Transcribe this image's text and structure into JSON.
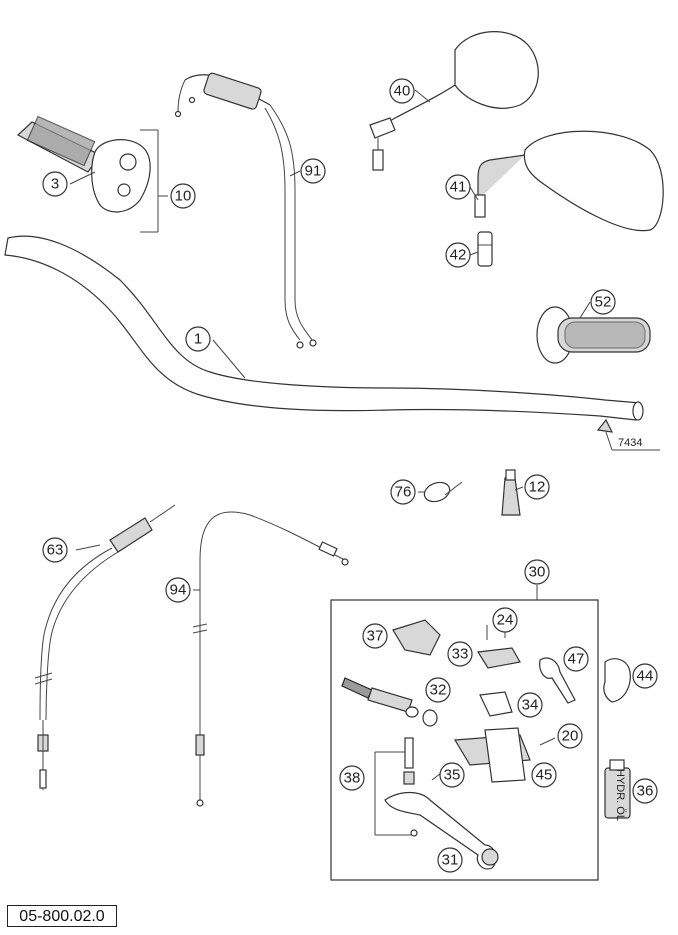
{
  "drawing_code": "05-800.02.0",
  "part_number_label": "7434",
  "callouts": [
    {
      "id": "c1",
      "label": "1"
    },
    {
      "id": "c3",
      "label": "3"
    },
    {
      "id": "c10",
      "label": "10"
    },
    {
      "id": "c12",
      "label": "12"
    },
    {
      "id": "c20",
      "label": "20"
    },
    {
      "id": "c24",
      "label": "24"
    },
    {
      "id": "c30",
      "label": "30"
    },
    {
      "id": "c31",
      "label": "31"
    },
    {
      "id": "c32",
      "label": "32"
    },
    {
      "id": "c33",
      "label": "33"
    },
    {
      "id": "c34",
      "label": "34"
    },
    {
      "id": "c35",
      "label": "35"
    },
    {
      "id": "c36",
      "label": "36"
    },
    {
      "id": "c37",
      "label": "37"
    },
    {
      "id": "c38",
      "label": "38"
    },
    {
      "id": "c40",
      "label": "40"
    },
    {
      "id": "c41",
      "label": "41"
    },
    {
      "id": "c42",
      "label": "42"
    },
    {
      "id": "c44",
      "label": "44"
    },
    {
      "id": "c45",
      "label": "45"
    },
    {
      "id": "c47",
      "label": "47"
    },
    {
      "id": "c52",
      "label": "52"
    },
    {
      "id": "c63",
      "label": "63"
    },
    {
      "id": "c76",
      "label": "76"
    },
    {
      "id": "c91",
      "label": "91"
    },
    {
      "id": "c94",
      "label": "94"
    }
  ],
  "bottle_label": "HYDR. ÖL"
}
